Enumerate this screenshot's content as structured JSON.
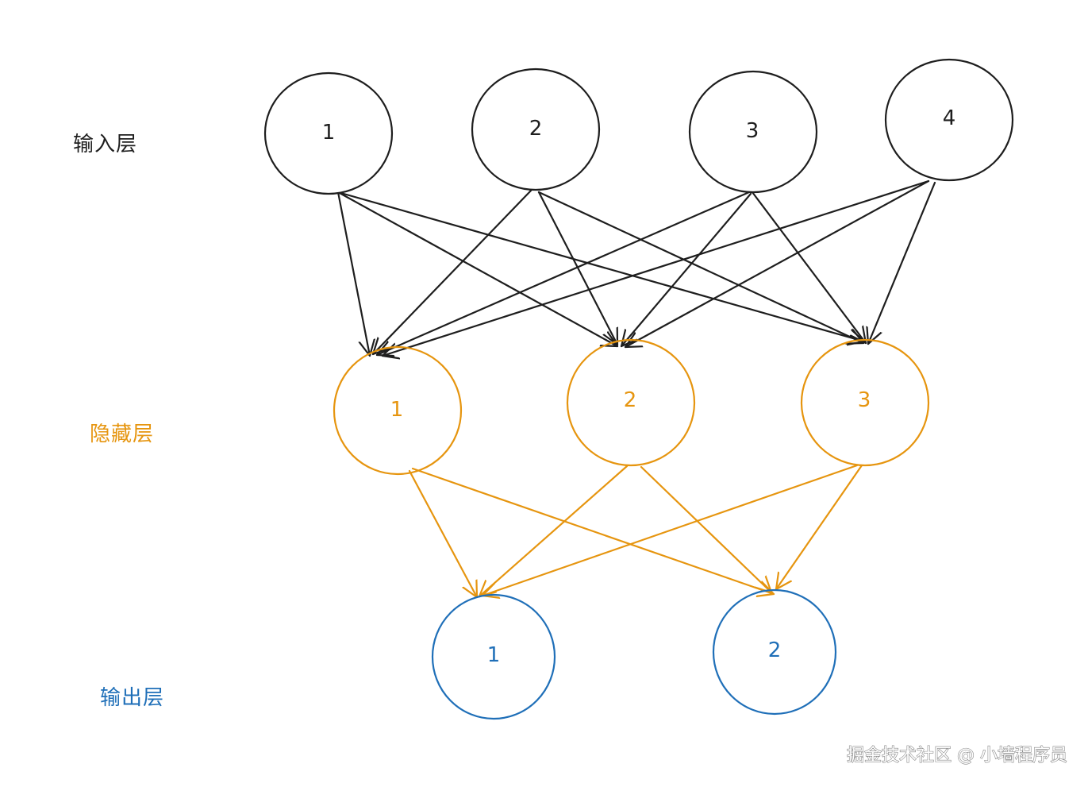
{
  "colors": {
    "input": "#1e1e1e",
    "hidden": "#e6950f",
    "output": "#1f6fb8",
    "background": "#ffffff"
  },
  "layers": {
    "input": {
      "label": "输入层",
      "nodes": [
        "1",
        "2",
        "3",
        "4"
      ]
    },
    "hidden": {
      "label": "隐藏层",
      "nodes": [
        "1",
        "2",
        "3"
      ]
    },
    "output": {
      "label": "输出层",
      "nodes": [
        "1",
        "2"
      ]
    }
  },
  "connections": {
    "input_to_hidden": "fully-connected",
    "hidden_to_output": "fully-connected"
  },
  "watermark": "掘金技术社区 @ 小墙程序员"
}
